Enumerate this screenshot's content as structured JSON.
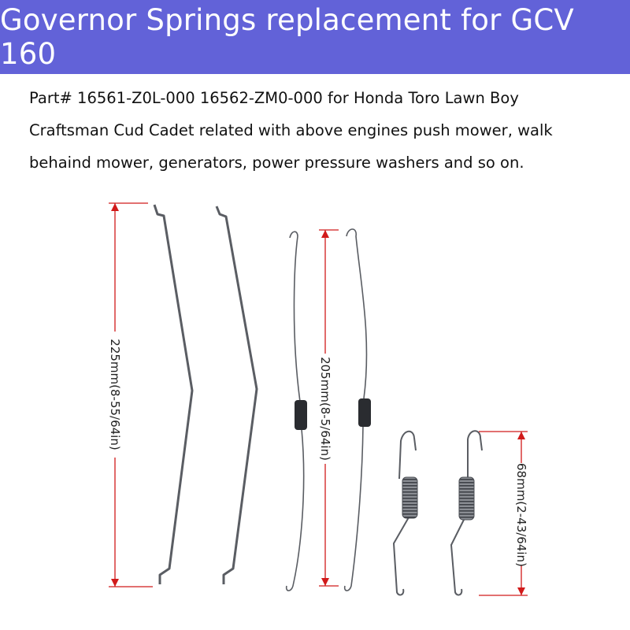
{
  "header": {
    "title": "Governor Springs replacement for GCV 160"
  },
  "description": {
    "lines": [
      "Part# 16561-Z0L-000 16562-ZM0-000 for Honda Toro Lawn Boy",
      "Craftsman Cud Cadet related with above engines push mower, walk",
      "behaind mower, generators, power pressure washers and so on."
    ]
  },
  "measurements": {
    "rod_length": "225mm(8-55/64in)",
    "long_spring_length": "205mm(8-5/64in)",
    "short_spring_length": "68mm(2-43/64in)"
  },
  "colors": {
    "header_bg": "#6262d8",
    "dimension_line": "#d11a1a",
    "wire": "#5a5d63"
  }
}
